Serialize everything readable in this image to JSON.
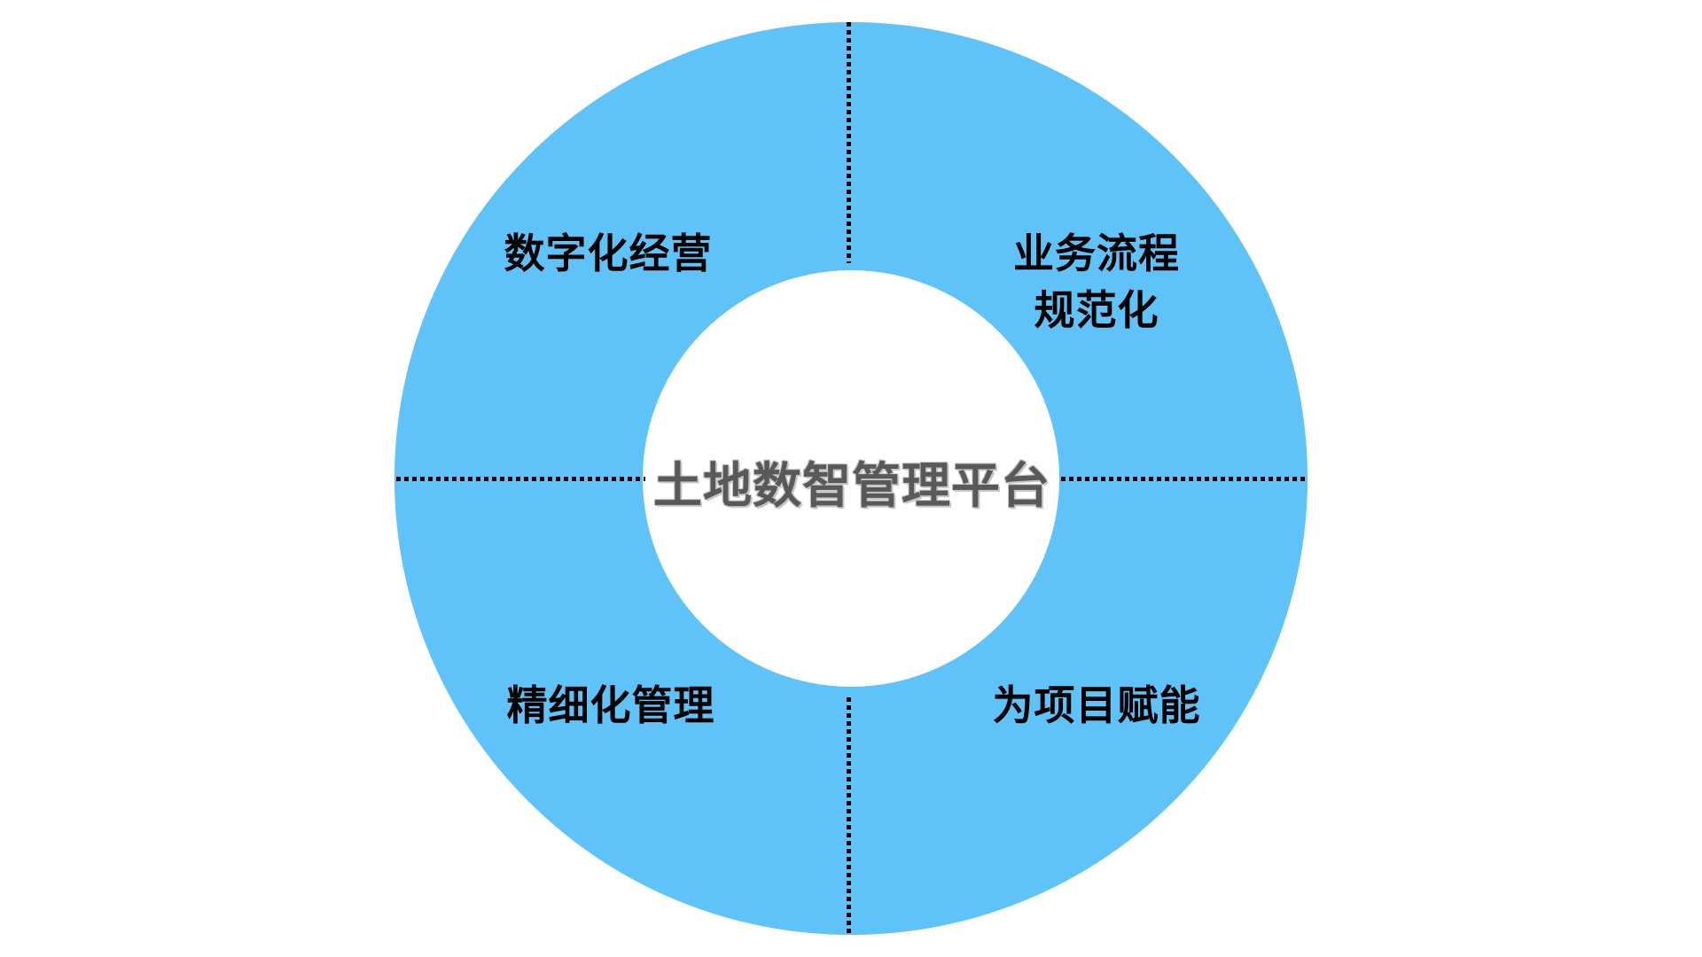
{
  "diagram": {
    "center": {
      "title": "土地数智管理平台"
    },
    "quadrants": {
      "top_left": {
        "label": "数字化经营"
      },
      "top_right": {
        "line1": "业务流程",
        "line2": "规范化"
      },
      "bottom_left": {
        "label": "精细化管理"
      },
      "bottom_right": {
        "label": "为项目赋能"
      }
    },
    "colors": {
      "ring": "#5FC3FA",
      "hole": "#FFFFFF",
      "background": "#FFFFFF",
      "divider": "#000000",
      "quadrant_label_text": "#000000",
      "center_title_text": "#58595B",
      "center_title_outline": "#C6C6C6"
    }
  }
}
